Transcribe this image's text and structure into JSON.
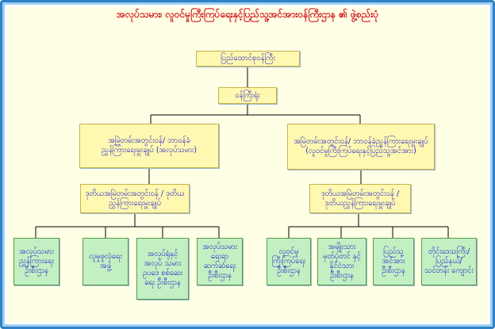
{
  "title": "အလုပ်သမား၊ လူဝင်မှုကြီးကြပ်ရေးနှင့်ပြည်သူ့အင်အားဝန်ကြီးဌာန ၏ ဖွဲ့စည်းပုံ",
  "top": {
    "union_minister": "ပြည်ထောင်စုဝန်ကြီး",
    "minister": "ဝန်ကြီးရုံး"
  },
  "left_branch": {
    "permanent_secretary": "အမြဲတမ်းအတွင်းဝန်/ ဘာဝန်ခံညွှန်ကြားရေးမှူးချုပ် (အလုပ်သမား)",
    "deputy": "ဒုတိယအမြဲတမ်းအတွင်းဝန် / ဒုတိယညွှန်ကြားရေးမှူးချုပ်",
    "departments": [
      "အလုပ်သမား ညွှန်ကြားရေး ဦးစီးဌာန",
      "လူမှုဖူလုံရေး အဖွဲ့",
      "အလုပ်ရုံနှင့် အလုပ် သမားဥပဒေ စစ်ဆေးရေး ဦးစီးဌာန",
      "အလုပ်သမား ရေးရာ ဆက်ဆံရေး ဦးစီးဌာန"
    ]
  },
  "right_branch": {
    "permanent_secretary": "အမြဲတမ်းအတွင်းဝန်/ ဘာဝန်ခံညွှန်ကြားရေးမှူးချုပ် (လူဝင်မှုကြီးကြပ်ရေးနှင့်ပြည်သူ့အင်အား)",
    "deputy": "ဒုတိယအမြဲတမ်းအတွင်းဝန် / ဒုတိယညွှန်ကြားရေးမှူးချုပ်",
    "departments": [
      "လူဝင်မှု ကြီးကြပ်ရေး ဦးစီးဌာန",
      "အမျိုးသား မှတ်ပုံတင် နှင့် နိုင်ငံသား ဦးစီးဌာန",
      "ပြည်သူ့ အင်အား ဦးစီးဌာန",
      "တိုင်းဒေသကြီး/ ပြည်နယ်/ သင်တန်း ကျောင်း"
    ]
  }
}
